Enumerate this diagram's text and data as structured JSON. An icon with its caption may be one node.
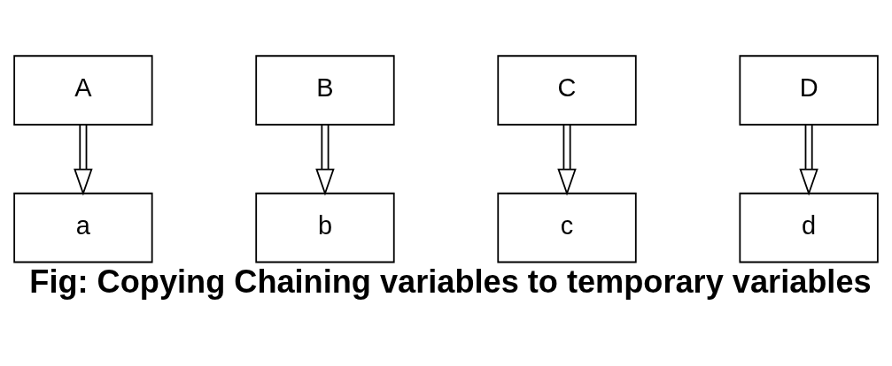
{
  "diagram": {
    "caption": "Fig: Copying Chaining variables to temporary variables",
    "nodes": [
      {
        "text": [
          "A"
        ]
      },
      {
        "text": [
          "B"
        ]
      },
      {
        "text": [
          "C"
        ]
      },
      {
        "text": [
          "D"
        ]
      },
      {
        "text": [
          "a"
        ]
      },
      {
        "text": [
          "b"
        ]
      },
      {
        "text": [
          "c"
        ]
      },
      {
        "text": [
          "d"
        ]
      }
    ],
    "edges": [
      {
        "from": 0,
        "to": 4,
        "arrow": "to"
      },
      {
        "from": 1,
        "to": 5,
        "arrow": "to"
      },
      {
        "from": 2,
        "to": 6,
        "arrow": "to"
      },
      {
        "from": 3,
        "to": 7,
        "arrow": "to"
      }
    ]
  }
}
